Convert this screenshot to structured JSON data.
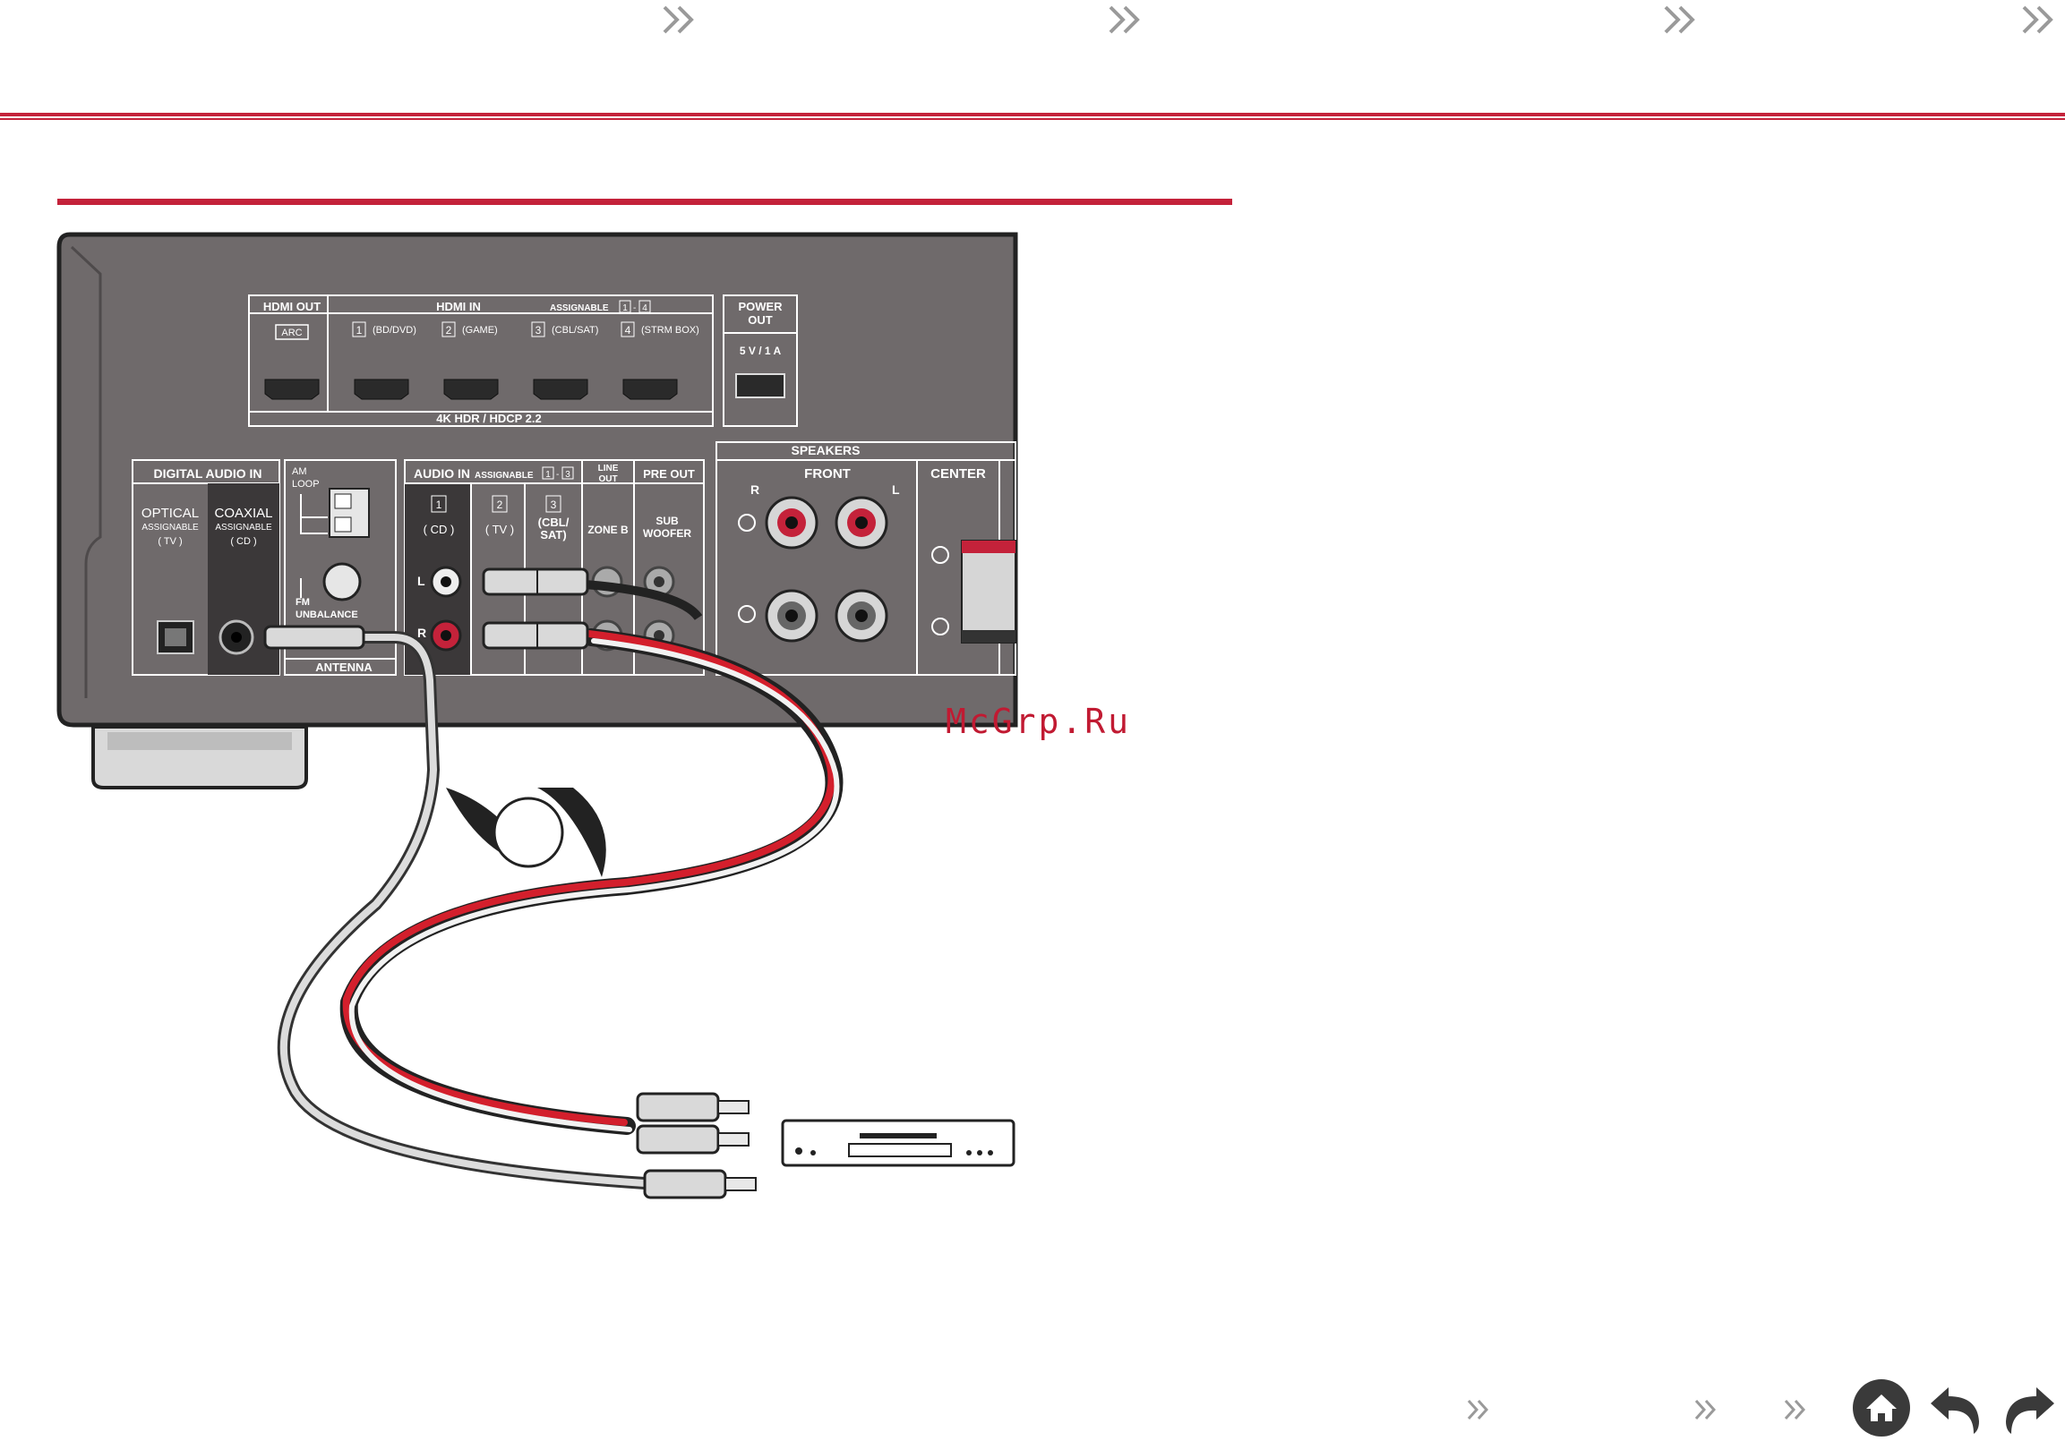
{
  "panel": {
    "hdmi_out": "HDMI OUT",
    "arc": "ARC",
    "hdmi_in": "HDMI IN",
    "assignable": "ASSIGNABLE",
    "assign_range_hdmi_a": "1",
    "assign_range_hdmi_b": "4",
    "hdmi_inputs": [
      {
        "num": "1",
        "label": "(BD/DVD)"
      },
      {
        "num": "2",
        "label": "(GAME)"
      },
      {
        "num": "3",
        "label": "(CBL/SAT)"
      },
      {
        "num": "4",
        "label": "(STRM BOX)"
      }
    ],
    "hdr": "4K HDR / HDCP 2.2",
    "power_out": "POWER",
    "power_out2": "OUT",
    "power_rating": "5 V / 1 A",
    "digital_audio_in": "DIGITAL AUDIO IN",
    "optical": "OPTICAL",
    "optical_assign": "ASSIGNABLE",
    "optical_default": "( TV )",
    "coaxial": "COAXIAL",
    "coaxial_assign": "ASSIGNABLE",
    "coaxial_default": "( CD )",
    "am": "AM",
    "loop": "LOOP",
    "fm": "FM",
    "unbalance": "UNBALANCE",
    "antenna": "ANTENNA",
    "audio_in": "AUDIO IN",
    "audio_assign": "ASSIGNABLE",
    "assign_range_audio_a": "1",
    "assign_range_audio_b": "3",
    "audio_inputs": [
      {
        "num": "1",
        "label": "( CD )"
      },
      {
        "num": "2",
        "label": "( TV )"
      },
      {
        "num": "3",
        "label": "(CBL/",
        "label2": "SAT)"
      }
    ],
    "line_out": "LINE",
    "line_out2": "OUT",
    "zone_b": "ZONE B",
    "pre_out": "PRE OUT",
    "sub": "SUB",
    "woofer": "WOOFER",
    "left": "L",
    "right": "R",
    "speakers": "SPEAKERS",
    "front": "FRONT",
    "center": "CENTER",
    "spk_r": "R",
    "spk_l": "L"
  },
  "watermark": "McGrp.Ru",
  "colors": {
    "accent": "#c4223a",
    "panel": "#6f6a6b",
    "cable_red": "#d31f2c"
  },
  "icons": [
    "chevron-double-right-icon",
    "home-icon",
    "back-arrow-icon",
    "forward-arrow-icon"
  ]
}
